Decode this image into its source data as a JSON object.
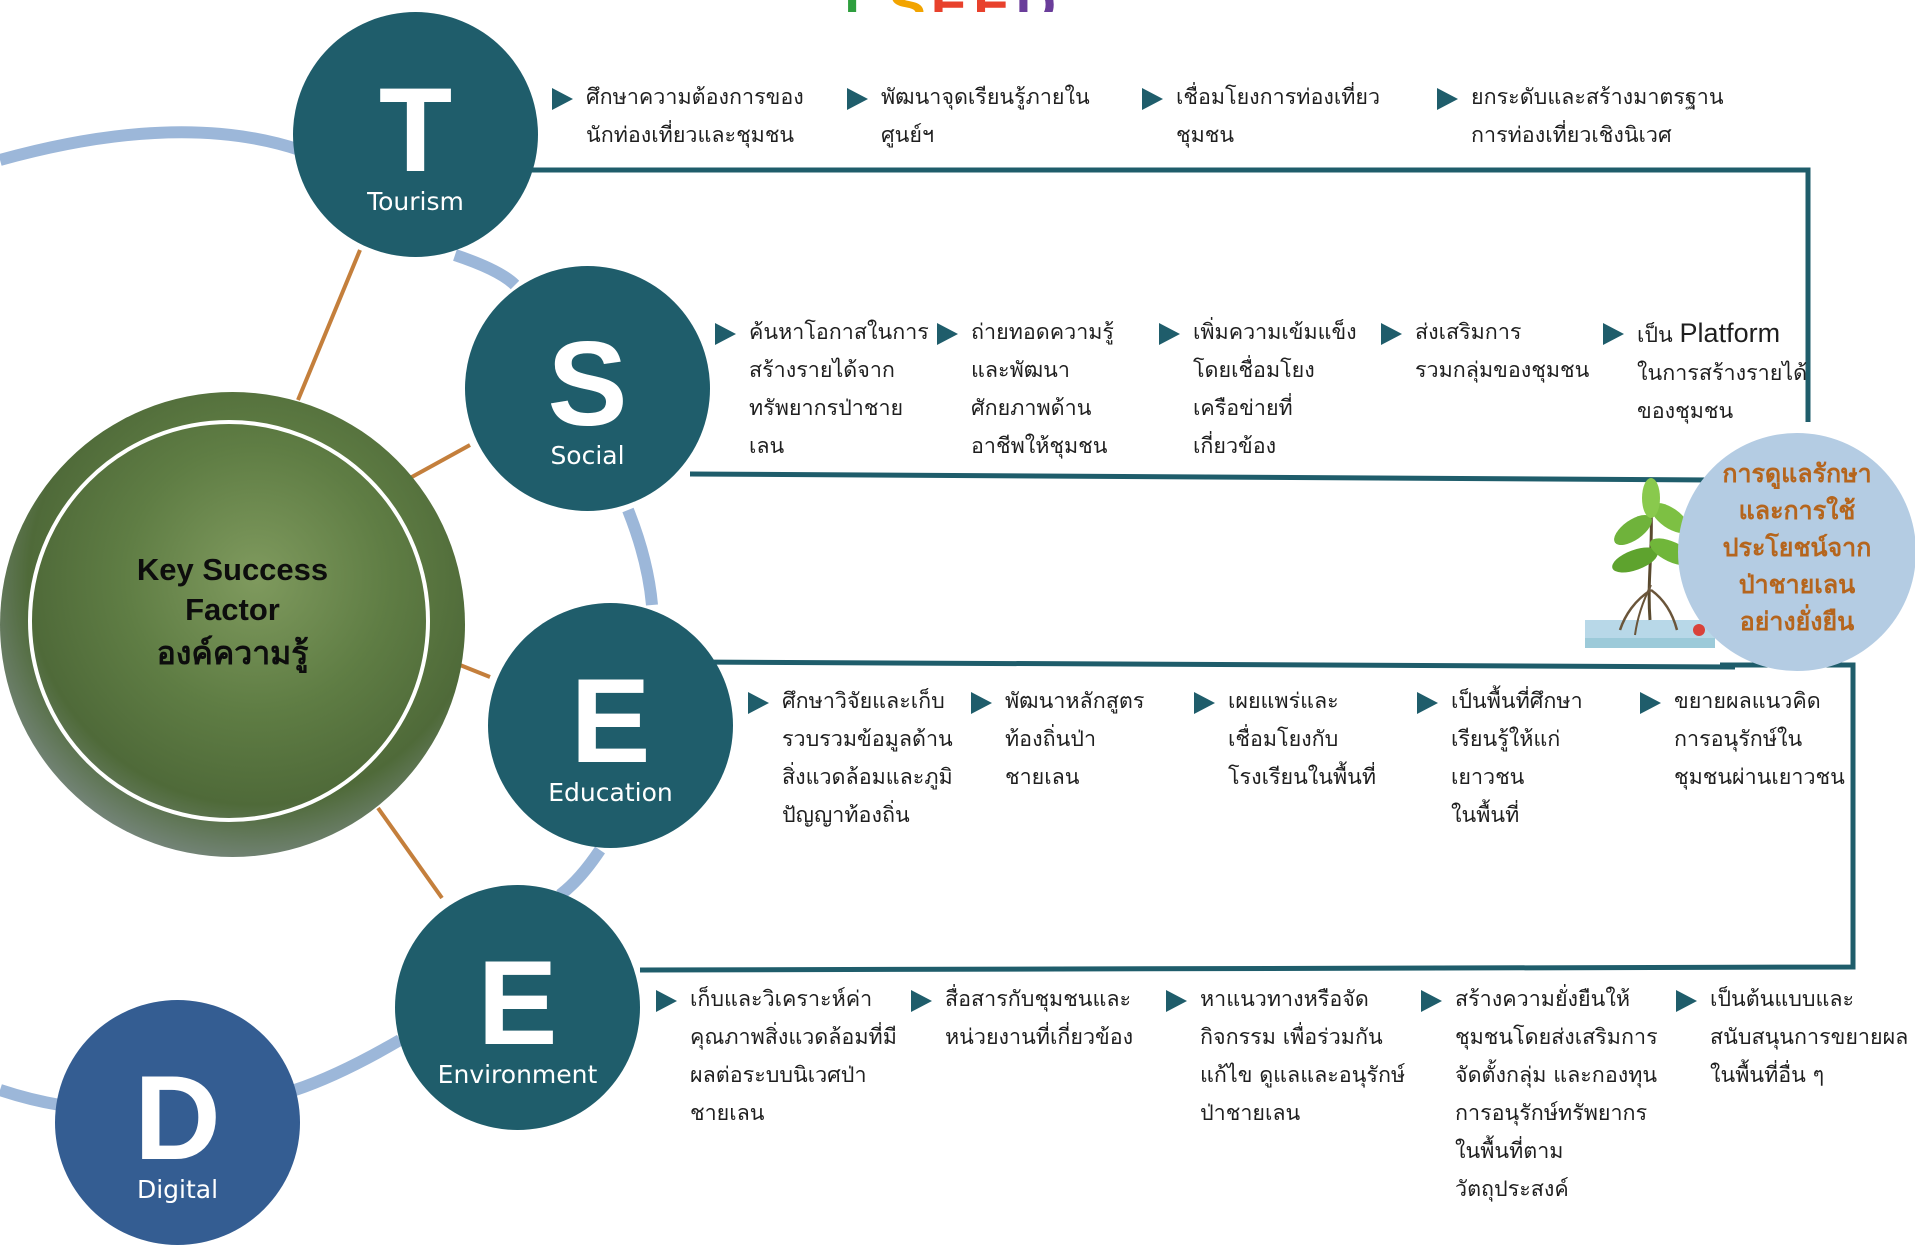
{
  "colors": {
    "teal": "#1f5d6b",
    "blue_dark": "#345d92",
    "ring_light": "#9cb7d9",
    "connector": "#c47f3c",
    "goal_circle": "#b4cce3",
    "goal_text": "#b5651d",
    "arrow": "#1f5d6b"
  },
  "hub": {
    "line1": "Key Success",
    "line2": "Factor",
    "line3": "องค์ความรู้"
  },
  "pillars": {
    "tourism": {
      "letter": "T",
      "word": "Tourism",
      "items": [
        "ศึกษาความต้องการของ\nนักท่องเที่ยวและชุมชน",
        "พัฒนาจุดเรียนรู้ภายใน\nศูนย์ฯ",
        "เชื่อมโยงการท่องเที่ยว\nชุมชน",
        "ยกระดับและสร้างมาตรฐาน\nการท่องเที่ยวเชิงนิเวศ"
      ]
    },
    "social": {
      "letter": "S",
      "word": "Social",
      "items": [
        "ค้นหาโอกาสในการ\nสร้างรายได้จาก\nทรัพยากรป่าชาย\nเลน",
        "ถ่ายทอดความรู้\nและพัฒนา\nศักยภาพด้าน\nอาชีพให้ชุมชน",
        "เพิ่มความเข้มแข็ง\nโดยเชื่อมโยง\nเครือข่ายที่\nเกี่ยวข้อง",
        "ส่งเสริมการ\nรวมกลุ่มของชุมชน"
      ],
      "last_item_prefix": "เป็น",
      "last_item_word": "Platform",
      "last_item_rest": "ในการสร้างรายได้\nของชุมชน"
    },
    "education": {
      "letter": "E",
      "word": "Education",
      "items": [
        "ศึกษาวิจัยและเก็บ\nรวบรวมข้อมูลด้าน\nสิ่งแวดล้อมและภูมิ\nปัญญาท้องถิ่น",
        "พัฒนาหลักสูตร\nท้องถิ่นป่า\nชายเลน",
        "เผยแพร่และ\nเชื่อมโยงกับ\nโรงเรียนในพื้นที่",
        "เป็นพื้นที่ศึกษา\nเรียนรู้ให้แก่เยาวชน\nในพื้นที่",
        "ขยายผลแนวคิด\nการอนุรักษ์ใน\nชุมชนผ่านเยาวชน"
      ]
    },
    "environment": {
      "letter": "E",
      "word": "Environment",
      "items": [
        "เก็บและวิเคราะห์ค่า\nคุณภาพสิ่งแวดล้อมที่มี\nผลต่อระบบนิเวศป่า\nชายเลน",
        "สื่อสารกับชุมชนและ\nหน่วยงานที่เกี่ยวข้อง",
        "หาแนวทางหรือจัด\nกิจกรรม เพื่อร่วมกัน\nแก้ไข ดูแลและอนุรักษ์\nป่าชายเลน",
        "สร้างความยั่งยืนให้\nชุมชนโดยส่งเสริมการ\nจัดตั้งกลุ่ม และกองทุน\nการอนุรักษ์ทรัพยากร\nในพื้นที่ตาม\nวัตถุประสงค์",
        "เป็นต้นแบบและ\nสนับสนุนการขยายผล\nในพื้นที่อื่น ๆ"
      ]
    },
    "digital": {
      "letter": "D",
      "word": "Digital"
    }
  },
  "goal": {
    "lines": [
      "การดูแลรักษา",
      "และการใช้",
      "ประโยชน์จาก",
      "ป่าชายเลน",
      "อย่างยั่งยืน"
    ]
  },
  "title_partial": {
    "letters": [
      "T",
      "S",
      "E",
      "E",
      "D"
    ],
    "colors": [
      "#2e9e3e",
      "#f2a400",
      "#e8412c",
      "#e8412c",
      "#6a3d9a"
    ]
  }
}
